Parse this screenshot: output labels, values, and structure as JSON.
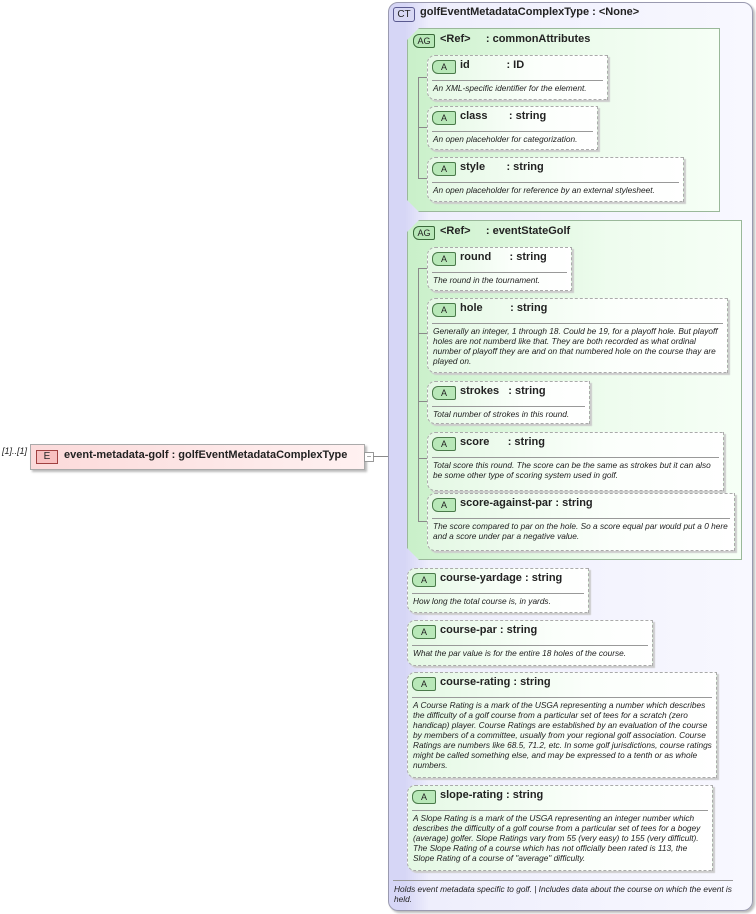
{
  "element": {
    "multiplicity": "[1]..[1]",
    "badge": "E",
    "label": "event-metadata-golf : golfEventMetadataComplexType",
    "collapse": "−"
  },
  "complex_type": {
    "badge": "CT",
    "title": "golfEventMetadataComplexType : <None>",
    "description": "Holds event metadata specific to golf. | Includes data about the course on which the event is held."
  },
  "attribute_groups": [
    {
      "badge": "AG",
      "title": "<Ref>     : commonAttributes",
      "attributes": [
        {
          "badge": "A",
          "name": "id            : ID",
          "description": "An XML-specific identifier for the element."
        },
        {
          "badge": "A",
          "name": "class       : string",
          "description": "An open placeholder for categorization."
        },
        {
          "badge": "A",
          "name": "style       : string",
          "description": "An open placeholder for reference by an external stylesheet."
        }
      ]
    },
    {
      "badge": "AG",
      "title": "<Ref>     : eventStateGolf",
      "attributes": [
        {
          "badge": "A",
          "name": "round      : string",
          "description": "The round in the tournament."
        },
        {
          "badge": "A",
          "name": "hole         : string",
          "description": "Generally an integer, 1 through 18. Could be 19, for a playoff hole. But playoff holes are not numberd like that. They are both recorded as what ordinal number of playoff they are and on that numbered hole on the course thay are played on."
        },
        {
          "badge": "A",
          "name": "strokes   : string",
          "description": "Total number of strokes in this round."
        },
        {
          "badge": "A",
          "name": "score      : string",
          "description": "Total score this round. The score can be the same as strokes but it can also be some other type of scoring system used in golf."
        },
        {
          "badge": "A",
          "name": "score-against-par : string",
          "description": "The score compared to par on the hole. So a score equal par would put a 0 here and a score under par a negative value."
        }
      ]
    }
  ],
  "attributes": [
    {
      "badge": "A",
      "name": "course-yardage : string",
      "description": "How long the total course is, in yards."
    },
    {
      "badge": "A",
      "name": "course-par : string",
      "description": "What the par value is for the entire 18 holes of the course."
    },
    {
      "badge": "A",
      "name": "course-rating : string",
      "description": "A Course Rating is a mark of the USGA representing a number which describes the difficulty of a golf course from a particular set of tees for a scratch (zero handicap) player. Course Ratings are established by an evaluation of the course by members of a committee, usually from your regional golf association. Course Ratings are numbers like 68.5, 71.2, etc. In some golf jurisdictions, course ratings might be called something else, and may be expressed to a tenth or as whole numbers."
    },
    {
      "badge": "A",
      "name": "slope-rating : string",
      "description": "A Slope Rating is a mark of the USGA representing an integer number which describes the difficulty of a golf course from a particular set of tees for a bogey (average) golfer. Slope Ratings vary from 55 (very easy) to 155 (very difficult). The Slope Rating of a course which has not officially been rated is 113, the Slope Rating of a course of \"average\" difficulty."
    }
  ],
  "colors": {
    "element": "#fbdada",
    "complex_type": "#d6d6f6",
    "attribute_group": "#c9f0c9",
    "attribute": "#e4f8e4"
  }
}
